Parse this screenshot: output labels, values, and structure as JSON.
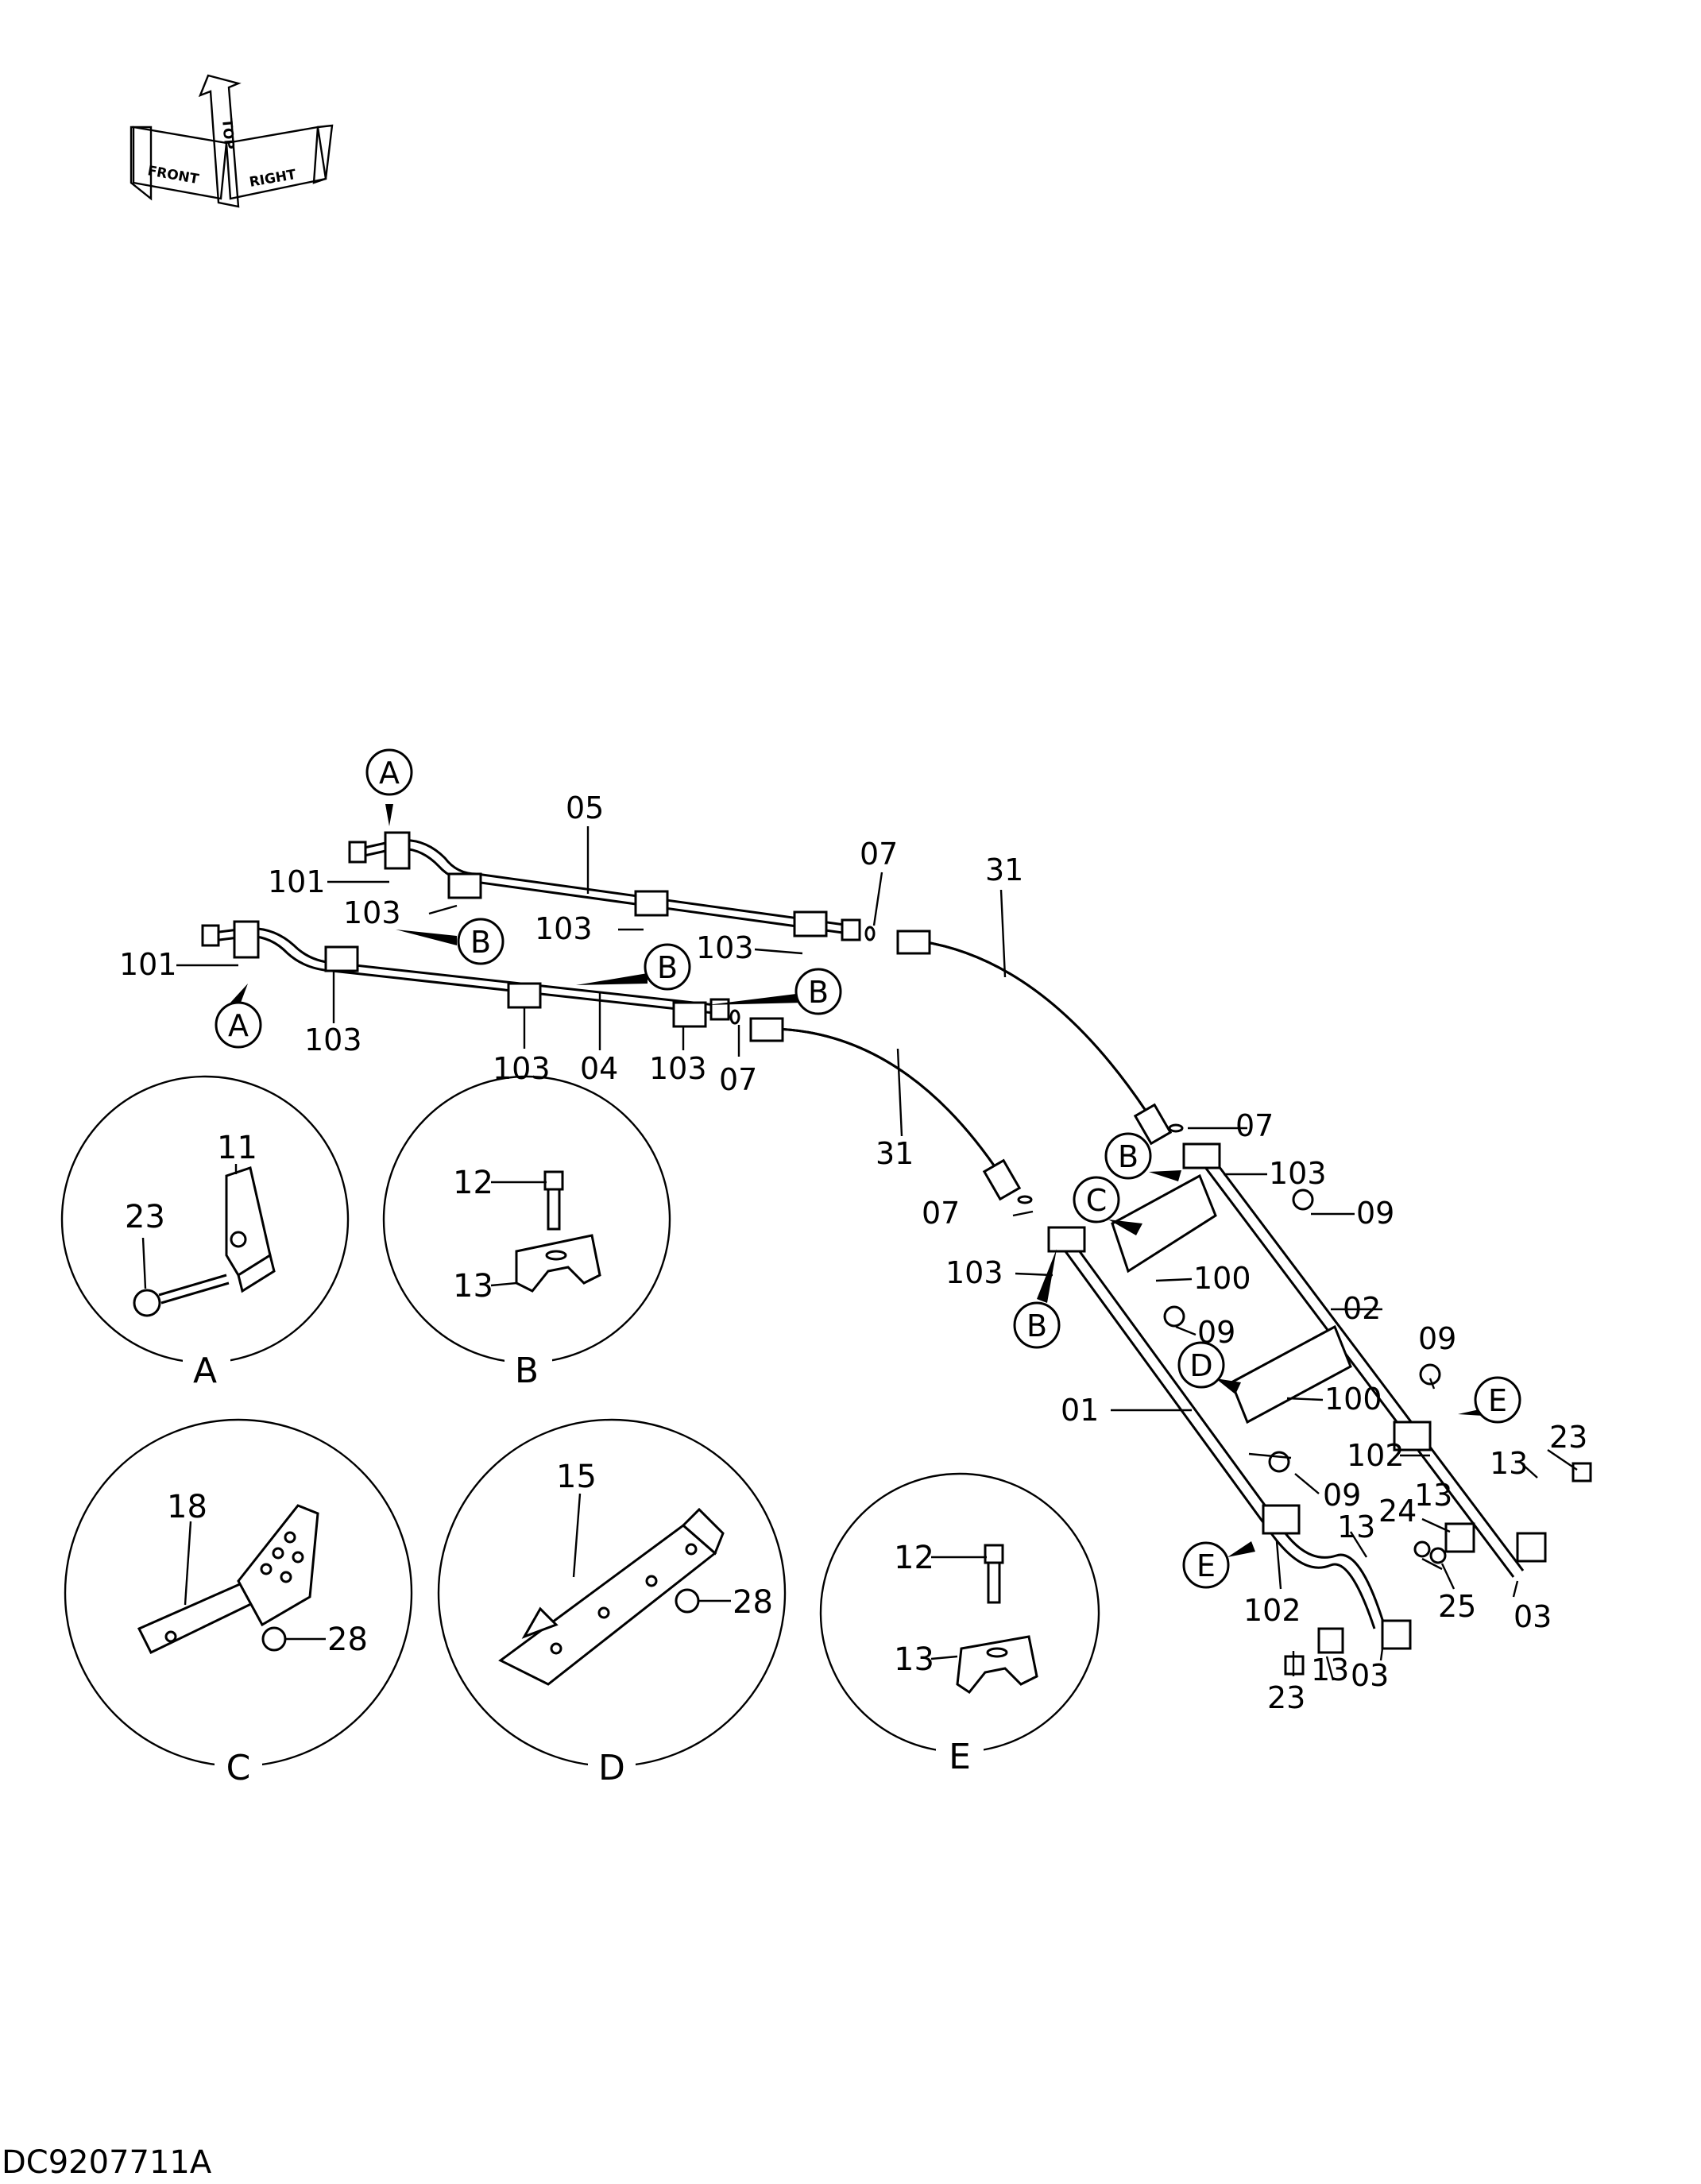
{
  "drawing_code": "DC9207711A",
  "orientation": {
    "front": "FRONT",
    "top": "TOP",
    "right": "RIGHT"
  },
  "callouts": {
    "c101a": "101",
    "c101b": "101",
    "c05": "05",
    "c04": "04",
    "c103a": "103",
    "c103b": "103",
    "c103c": "103",
    "c103d": "103",
    "c103e": "103",
    "c103f": "103",
    "c103g": "103",
    "c103h": "103",
    "c07a": "07",
    "c07b": "07",
    "c07c": "07",
    "c07d": "07",
    "c31a": "31",
    "c31b": "31",
    "c09a": "09",
    "c09b": "09",
    "c09c": "09",
    "c09d": "09",
    "c100a": "100",
    "c100b": "100",
    "c02": "02",
    "c01": "01",
    "c102a": "102",
    "c102b": "102",
    "c13a": "13",
    "c13b": "13",
    "c13c": "13",
    "c13d": "13",
    "c23a": "23",
    "c23b": "23",
    "c24": "24",
    "c25": "25",
    "c03a": "03",
    "c03b": "03"
  },
  "view_markers": {
    "m1": "A",
    "m2": "A",
    "m3": "B",
    "m4": "B",
    "m5": "B",
    "m6": "B",
    "m7": "B",
    "m8": "C",
    "m9": "D",
    "m10": "E",
    "m11": "E"
  },
  "details": [
    {
      "caption": "A",
      "labels": [
        "11",
        "23"
      ]
    },
    {
      "caption": "B",
      "labels": [
        "12",
        "13"
      ]
    },
    {
      "caption": "C",
      "labels": [
        "18",
        "28"
      ]
    },
    {
      "caption": "D",
      "labels": [
        "15",
        "28"
      ]
    },
    {
      "caption": "E",
      "labels": [
        "12",
        "13"
      ]
    }
  ]
}
